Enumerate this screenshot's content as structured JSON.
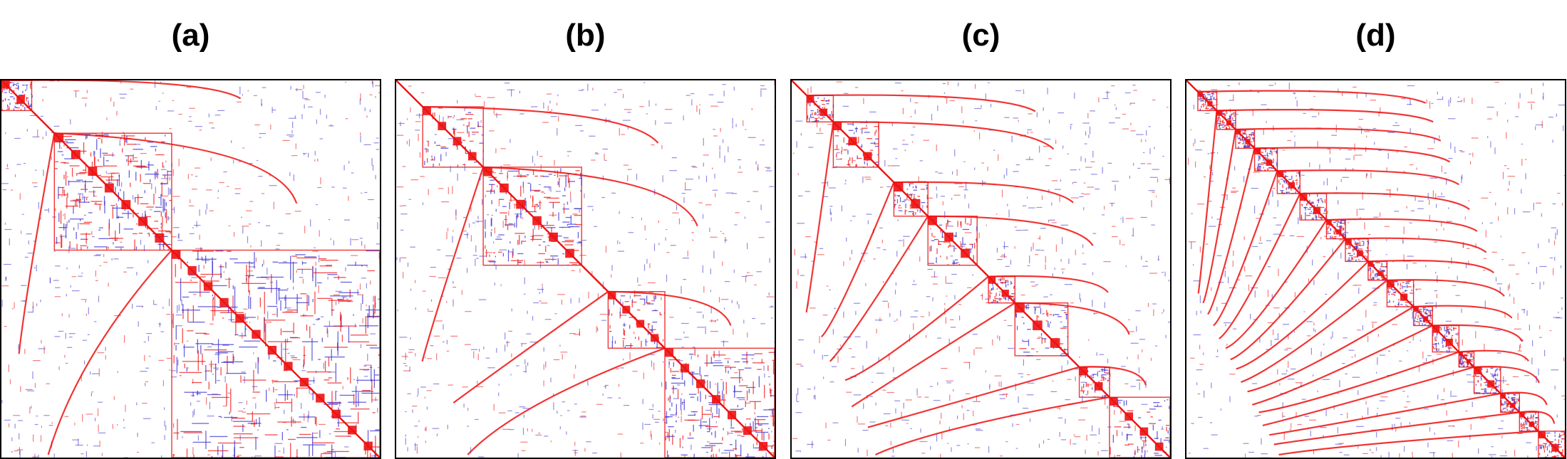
{
  "colors": {
    "red": "#ee1111",
    "blue": "#3a2fd0",
    "frame": "#000000"
  },
  "panels": [
    {
      "id": "a",
      "label": "(a)",
      "blocks": [
        [
          0.0,
          0.08
        ],
        [
          0.14,
          0.45
        ],
        [
          0.45,
          1.0
        ]
      ]
    },
    {
      "id": "b",
      "label": "(b)",
      "blocks": [
        [
          0.07,
          0.23
        ],
        [
          0.23,
          0.49
        ],
        [
          0.56,
          0.71
        ],
        [
          0.71,
          1.0
        ]
      ]
    },
    {
      "id": "c",
      "label": "(c)",
      "blocks": [
        [
          0.04,
          0.11
        ],
        [
          0.11,
          0.23
        ],
        [
          0.27,
          0.36
        ],
        [
          0.36,
          0.49
        ],
        [
          0.52,
          0.59
        ],
        [
          0.59,
          0.73
        ],
        [
          0.76,
          0.84
        ],
        [
          0.84,
          1.0
        ]
      ]
    },
    {
      "id": "d",
      "label": "(d)",
      "blocks": [
        [
          0.03,
          0.08
        ],
        [
          0.08,
          0.13
        ],
        [
          0.13,
          0.18
        ],
        [
          0.18,
          0.24
        ],
        [
          0.24,
          0.3
        ],
        [
          0.3,
          0.37
        ],
        [
          0.37,
          0.42
        ],
        [
          0.42,
          0.48
        ],
        [
          0.48,
          0.53
        ],
        [
          0.53,
          0.6
        ],
        [
          0.6,
          0.65
        ],
        [
          0.65,
          0.72
        ],
        [
          0.72,
          0.76
        ],
        [
          0.76,
          0.83
        ],
        [
          0.83,
          0.88
        ],
        [
          0.88,
          0.93
        ],
        [
          0.93,
          1.0
        ]
      ]
    }
  ]
}
